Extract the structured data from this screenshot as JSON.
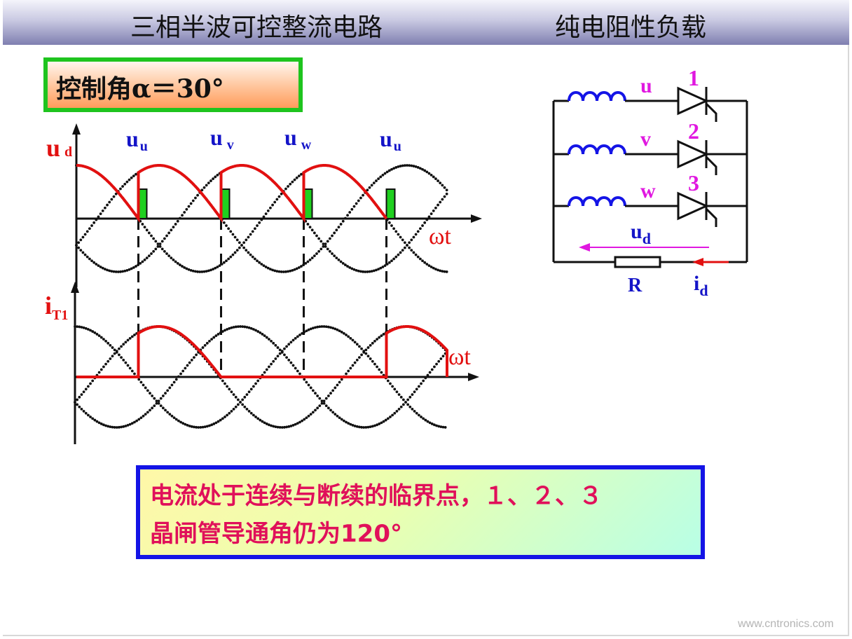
{
  "title": {
    "left": "三相半波可控整流电路",
    "right": "纯电阻性负载"
  },
  "angle_label": "控制角α＝30°",
  "waveforms": {
    "upper": {
      "y_label_main": "u",
      "y_label_sub": "d",
      "x_label": "ωt",
      "phase_labels": [
        {
          "main": "u",
          "sub": "u"
        },
        {
          "main": "u",
          "sub": "v"
        },
        {
          "main": "u",
          "sub": "w"
        },
        {
          "main": "u",
          "sub": "u"
        }
      ]
    },
    "lower": {
      "y_label_main": "i",
      "y_label_sub": "T1",
      "x_label": "ωt"
    },
    "firing_angle_deg": 30,
    "conduction_angle_deg": 120,
    "colors": {
      "output": "#e21010",
      "source": "#111111",
      "trigger": "#1fd01f",
      "label_blue": "#1414c8",
      "label_red": "#e21010"
    }
  },
  "circuit": {
    "phases": [
      {
        "name": "u",
        "thyristor": "1"
      },
      {
        "name": "v",
        "thyristor": "2"
      },
      {
        "name": "w",
        "thyristor": "3"
      }
    ],
    "voltage_label_main": "u",
    "voltage_label_sub": "d",
    "resistor_label": "R",
    "current_label_main": "i",
    "current_label_sub": "d",
    "colors": {
      "wire": "#111111",
      "inductor": "#1414e6",
      "phase_label": "#e018e0",
      "number_label": "#e018e0",
      "ud_arrow": "#e018e0",
      "id_arrow": "#e21010",
      "blue_label": "#1414c8"
    }
  },
  "note": {
    "line1": "电流处于连续与断续的临界点，１、２、３",
    "line2": "晶闸管导通角仍为120°"
  },
  "watermark": "www.cntronics.com"
}
